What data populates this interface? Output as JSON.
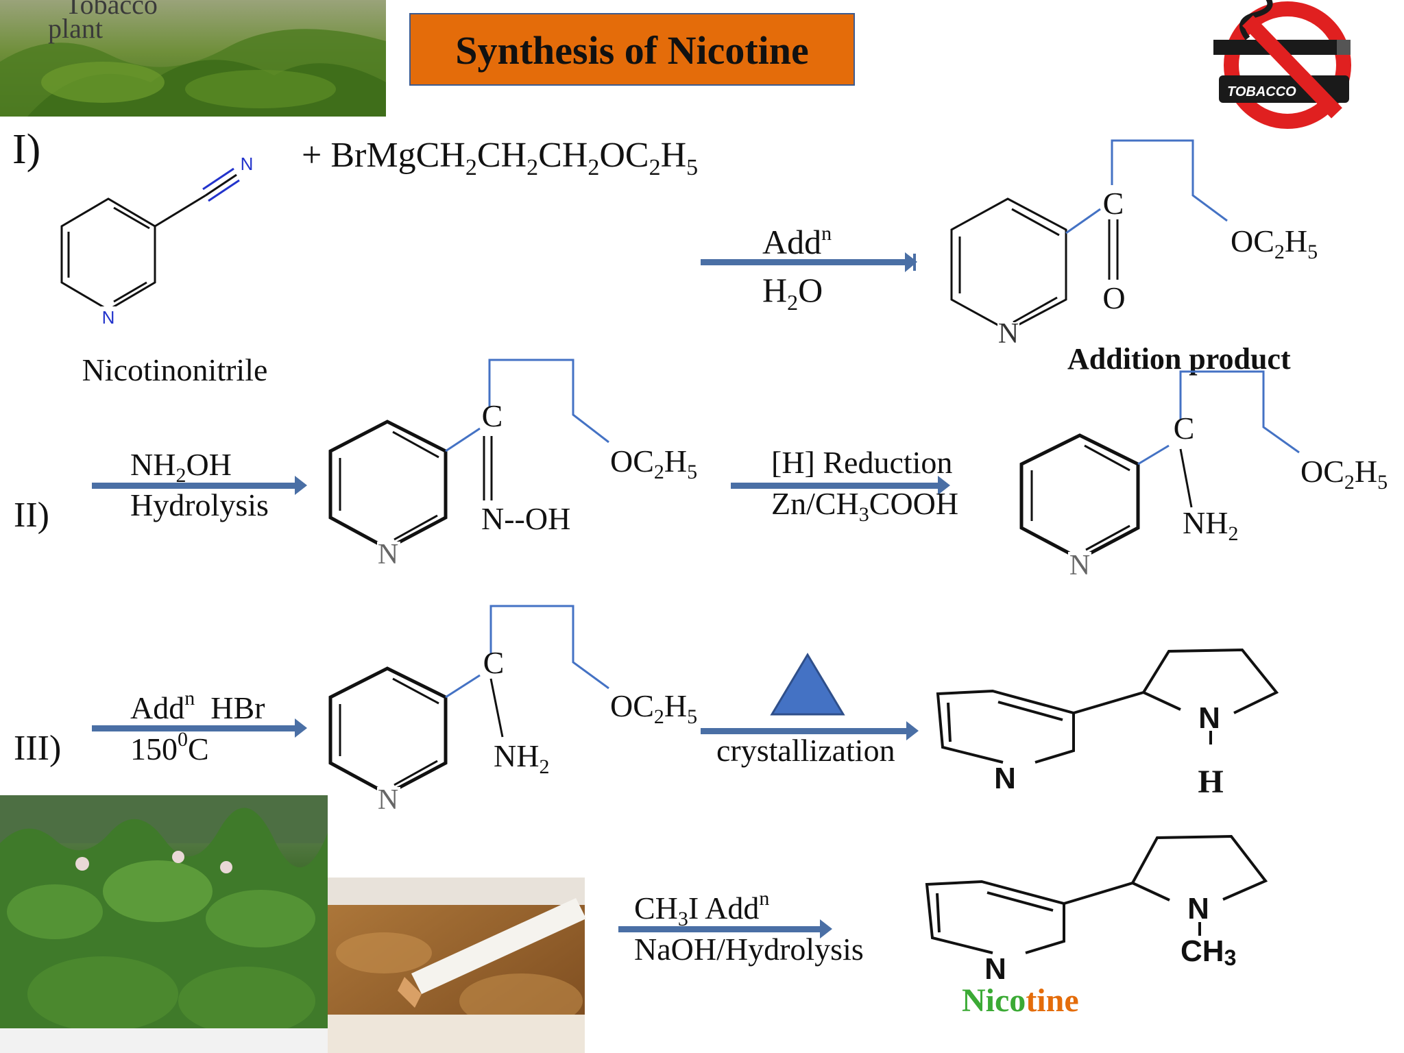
{
  "title": "Synthesis of Nicotine",
  "colors": {
    "title_bg": "#E46C0A",
    "arrow": "#4A6FA5",
    "bond_blue": "#4472C4",
    "triangle": "#4472C4",
    "nicotine_green": "#3BAA35",
    "nicotine_orange": "#E46C0A",
    "no_sign_red": "#E02020"
  },
  "images": {
    "tobacco_plant_label": [
      "Tobacco",
      "plant"
    ],
    "no_tobacco_sign": "TOBACCO"
  },
  "step1": {
    "label": "I)",
    "reactant_name": "Nicotinonitrile",
    "reagent": {
      "prefix": "+ BrMgCH",
      "s1": "2",
      "m1": "CH",
      "s2": "2",
      "m2": "CH",
      "s3": "2",
      "m3": "OC",
      "s4": "2",
      "m4": "H",
      "s5": "5"
    },
    "arrow_top": "Add",
    "arrow_top_sup": "n",
    "arrow_bottom": "H",
    "arrow_bottom_sub": "2",
    "arrow_bottom_end": "O",
    "product_name": "Addition product"
  },
  "step2": {
    "label": "II)",
    "arrow1_top": "NH",
    "arrow1_top_sub": "2",
    "arrow1_top_end": "OH",
    "arrow1_bottom": "Hydrolysis",
    "arrow2_top": "[H] Reduction",
    "arrow2_bottom": "Zn/CH",
    "arrow2_bottom_sub": "3",
    "arrow2_bottom_end": "COOH"
  },
  "step3": {
    "label": "III)",
    "arrow1_top": "Add",
    "arrow1_top_sup": "n",
    "arrow1_top_end": "  HBr",
    "arrow1_bottom": "150",
    "arrow1_bottom_sup": "0",
    "arrow1_bottom_end": "C",
    "arrow2_bottom": "crystallization"
  },
  "step4": {
    "arrow_top": "CH",
    "arrow_top_sub": "3",
    "arrow_top_mid": "I Add",
    "arrow_top_sup": "n",
    "arrow_bottom": "NaOH/Hydrolysis",
    "product_name_green": "Nico",
    "product_name_orange": "tine"
  },
  "atoms": {
    "N": "N",
    "C": "C",
    "O": "O",
    "H": "H",
    "dash": "-",
    "OC2H5": {
      "a": "OC",
      "sub1": "2",
      "b": "H",
      "sub2": "5"
    },
    "NH2": {
      "a": "NH",
      "sub": "2"
    },
    "NOH": "N--OH",
    "CH3": {
      "a": "CH",
      "sub": "3"
    }
  }
}
